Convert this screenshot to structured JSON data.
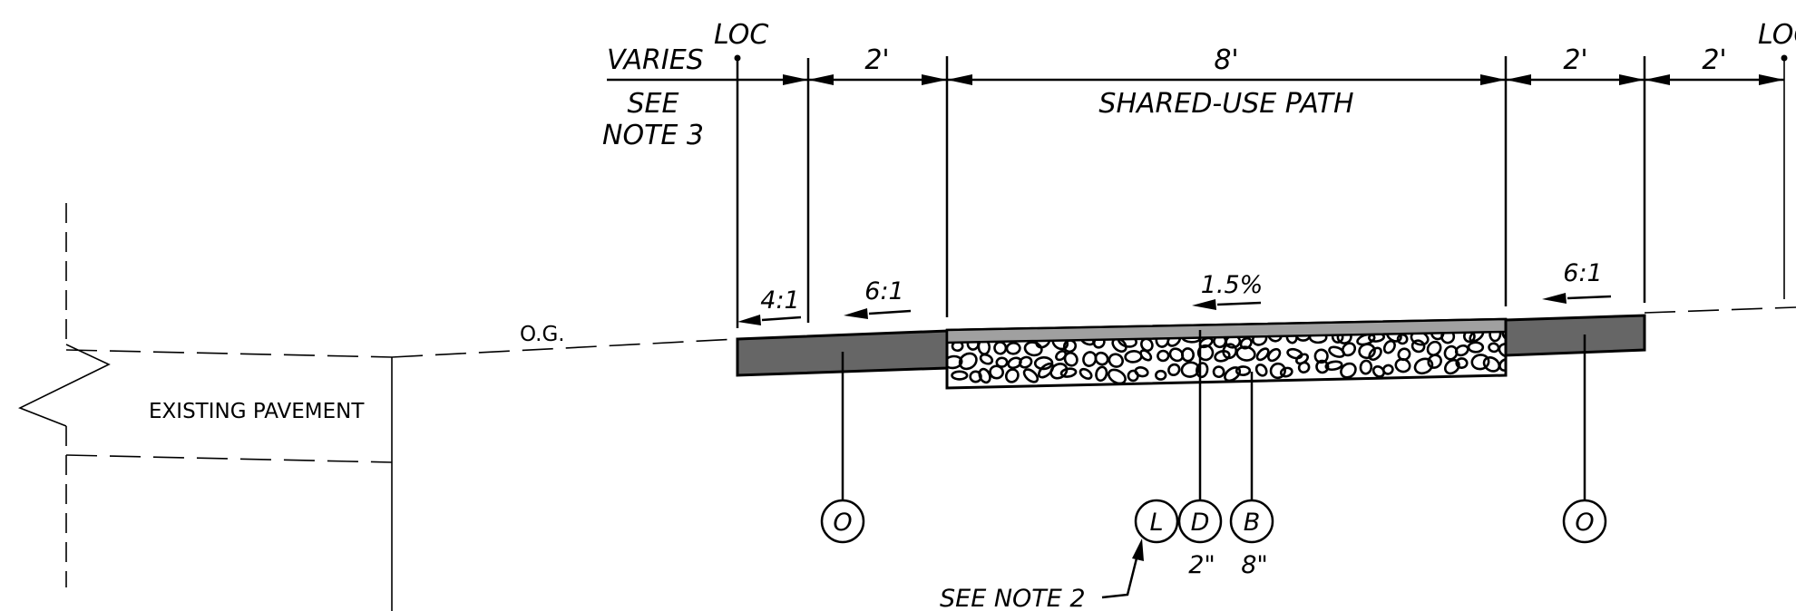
{
  "labels": {
    "loc_left": "LOC",
    "loc_right": "LOC",
    "varies": "VARIES",
    "see_note_3_line1": "SEE",
    "see_note_3_line2": "NOTE 3",
    "dim_2ft_a": "2'",
    "dim_8ft": "8'",
    "dim_2ft_b": "2'",
    "dim_2ft_c": "2'",
    "shared_use_path": "SHARED-USE PATH",
    "slope_4to1": "4:1",
    "slope_6to1_left": "6:1",
    "slope_cross": "1.5%",
    "slope_6to1_right": "6:1",
    "original_ground": "O.G.",
    "existing_pavement": "EXISTING PAVEMENT",
    "see_note_2": "SEE NOTE 2"
  },
  "callouts": [
    {
      "letter": "O",
      "thickness": ""
    },
    {
      "letter": "L",
      "thickness": ""
    },
    {
      "letter": "D",
      "thickness": "2\""
    },
    {
      "letter": "B",
      "thickness": "8\""
    },
    {
      "letter": "O",
      "thickness": ""
    }
  ],
  "colors": {
    "shoulder_fill": "#666666",
    "pavement_fill": "#a0a0a0",
    "line": "#000000"
  }
}
